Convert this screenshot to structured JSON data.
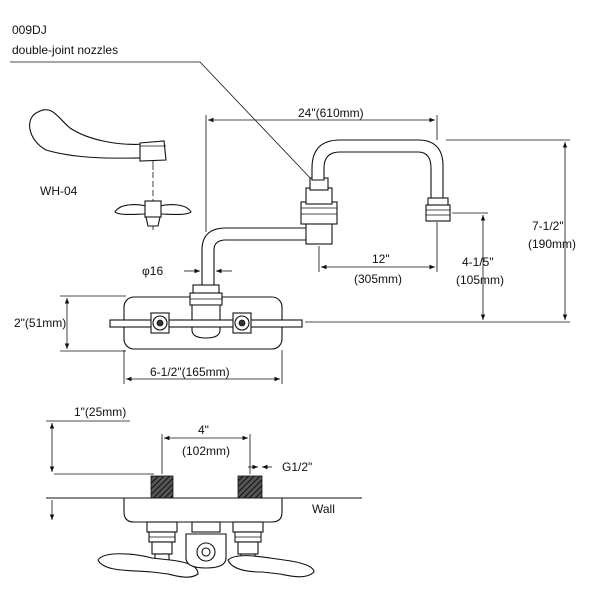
{
  "model": {
    "code": "009DJ",
    "description": "double-joint  nozzles"
  },
  "handle_label": "WH-04",
  "dimensions": {
    "spout_reach": "24\"(610mm)",
    "pipe_diameter": "φ16",
    "nozzle_reach_in": "12\"",
    "nozzle_reach_mm": "(305mm)",
    "nozzle_height_in": "4-1/5\"",
    "nozzle_height_mm": "(105mm)",
    "total_height_in": "7-1/2\"",
    "total_height_mm": "(190mm)",
    "plate_height": "2\"(51mm)",
    "plate_width": "6-1/2\"(165mm)",
    "wall_offset": "1\"(25mm)",
    "centers_in": "4\"",
    "centers_mm": "(102mm)",
    "thread": "G1/2\""
  },
  "wall_label": "Wall"
}
